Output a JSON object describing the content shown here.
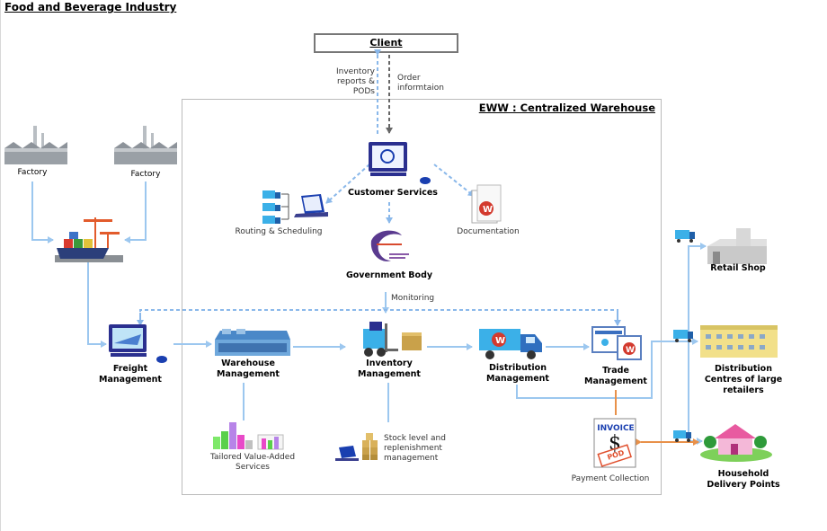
{
  "page_title": "Food and Beverage Industry",
  "client": "Client",
  "warehouse_title": "EWW : Centralized Warehouse",
  "client_flows": {
    "inventory_reports": "Inventory reports & PODs",
    "order_info": "Order informtaion"
  },
  "nodes": {
    "factory_left": "Factory",
    "factory_right": "Factory",
    "customer_services": "Customer Services",
    "routing": "Routing & Scheduling",
    "documentation": "Documentation",
    "government_body": "Government Body",
    "monitoring": "Monitoring",
    "freight": "Freight Management",
    "warehouse_mgmt": "Warehouse Management",
    "inventory": "Inventory Management",
    "distribution": "Distribution Management",
    "trade": "Trade Management",
    "value_added": "Tailored Value-Added Services",
    "stock_level": "Stock level and replenishment management",
    "payment": "Payment Collection",
    "invoice": "INVOICE",
    "pod_stamp": "POD",
    "retail_shop": "Retail Shop",
    "distribution_centres": "Distribution Centres of large retailers",
    "household": "Household Delivery Points"
  },
  "colors": {
    "arrow": "#9cc7ef",
    "dashed": "#8ab8ea",
    "monitor": "#1a3fb0",
    "truck": "#3bb0e8",
    "orange": "#e8914a"
  }
}
